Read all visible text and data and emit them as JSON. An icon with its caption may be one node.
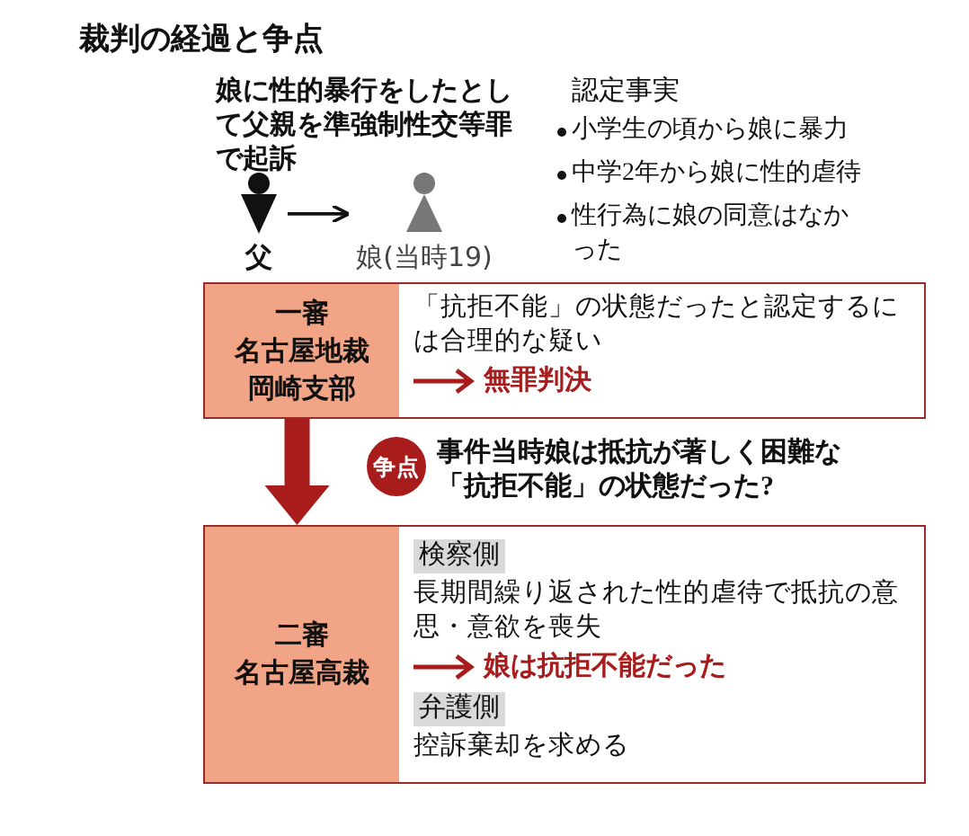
{
  "diagram": {
    "title": "裁判の経過と争点",
    "nodes": [
      {
        "text": [
          "父"
        ]
      },
      {
        "text": [
          "娘(当時19)"
        ]
      },
      {
        "text": [
          "一審",
          "名古屋地裁岡崎支部",
          "「抗拒不能」の状態だったと認定するには合理的な疑い",
          "無罪判決"
        ]
      },
      {
        "text": [
          "争点"
        ],
        "beside": [
          "事件当時娘は抵抗が著しく困難な「抗拒不能」の状態だった?"
        ]
      },
      {
        "text": [
          "二審",
          "名古屋高裁",
          "検察側",
          "長期間繰り返された性的虐待で抵抗の意思・意欲を喪失",
          "娘は抗拒不能だった",
          "弁護側",
          "控訴棄却を求める"
        ]
      }
    ],
    "edges": [
      {
        "from": 0,
        "to": 1,
        "arrow": "to"
      },
      {
        "from": 2,
        "to": 4,
        "arrow": "to",
        "style": "thick",
        "color": "#a81c1c"
      }
    ],
    "labels": [
      "娘に性的暴行をしたとして父親を準強制性交等罪で起訴",
      "認定事実",
      "小学生の頃から娘に暴力",
      "中学2年から娘に性的虐待",
      "性行為に娘の同意はなかった"
    ]
  }
}
